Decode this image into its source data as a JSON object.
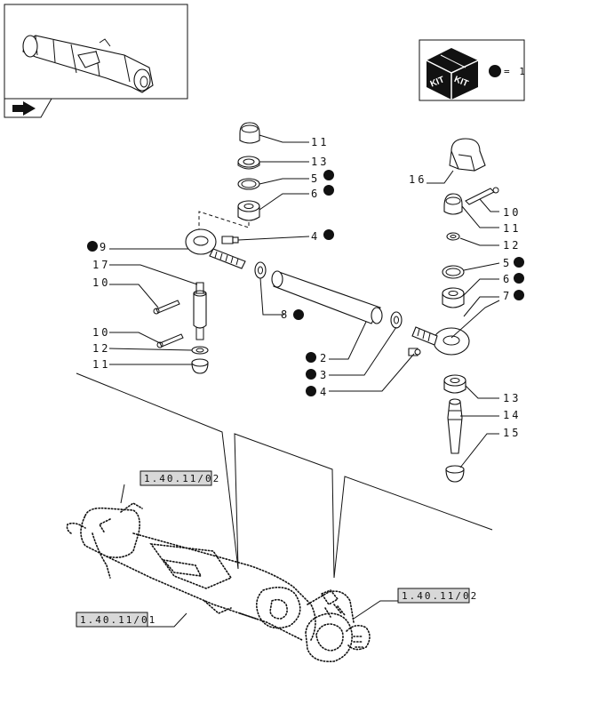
{
  "kit_legend": {
    "icon_text_left": "KIT",
    "icon_text_right": "KIT",
    "equals_label": "= 1"
  },
  "callouts": {
    "l11a": "11",
    "l13a": "13",
    "l5a": "5",
    "l6a": "6",
    "l4a": "4",
    "l9": "9",
    "l17": "17",
    "l10a": "10",
    "l10b": "10",
    "l12a": "12",
    "l11b": "11",
    "l8": "8",
    "l16": "16",
    "l10c": "10",
    "l11c": "11",
    "l12b": "12",
    "l5b": "5",
    "l6b": "6",
    "l7": "7",
    "l2": "2",
    "l3": "3",
    "l4b": "4",
    "l13b": "13",
    "l14": "14",
    "l15": "15"
  },
  "references": {
    "ref_top": "1.40.11/02",
    "ref_left": "1.40.11/01",
    "ref_right": "1.40.11/02"
  }
}
